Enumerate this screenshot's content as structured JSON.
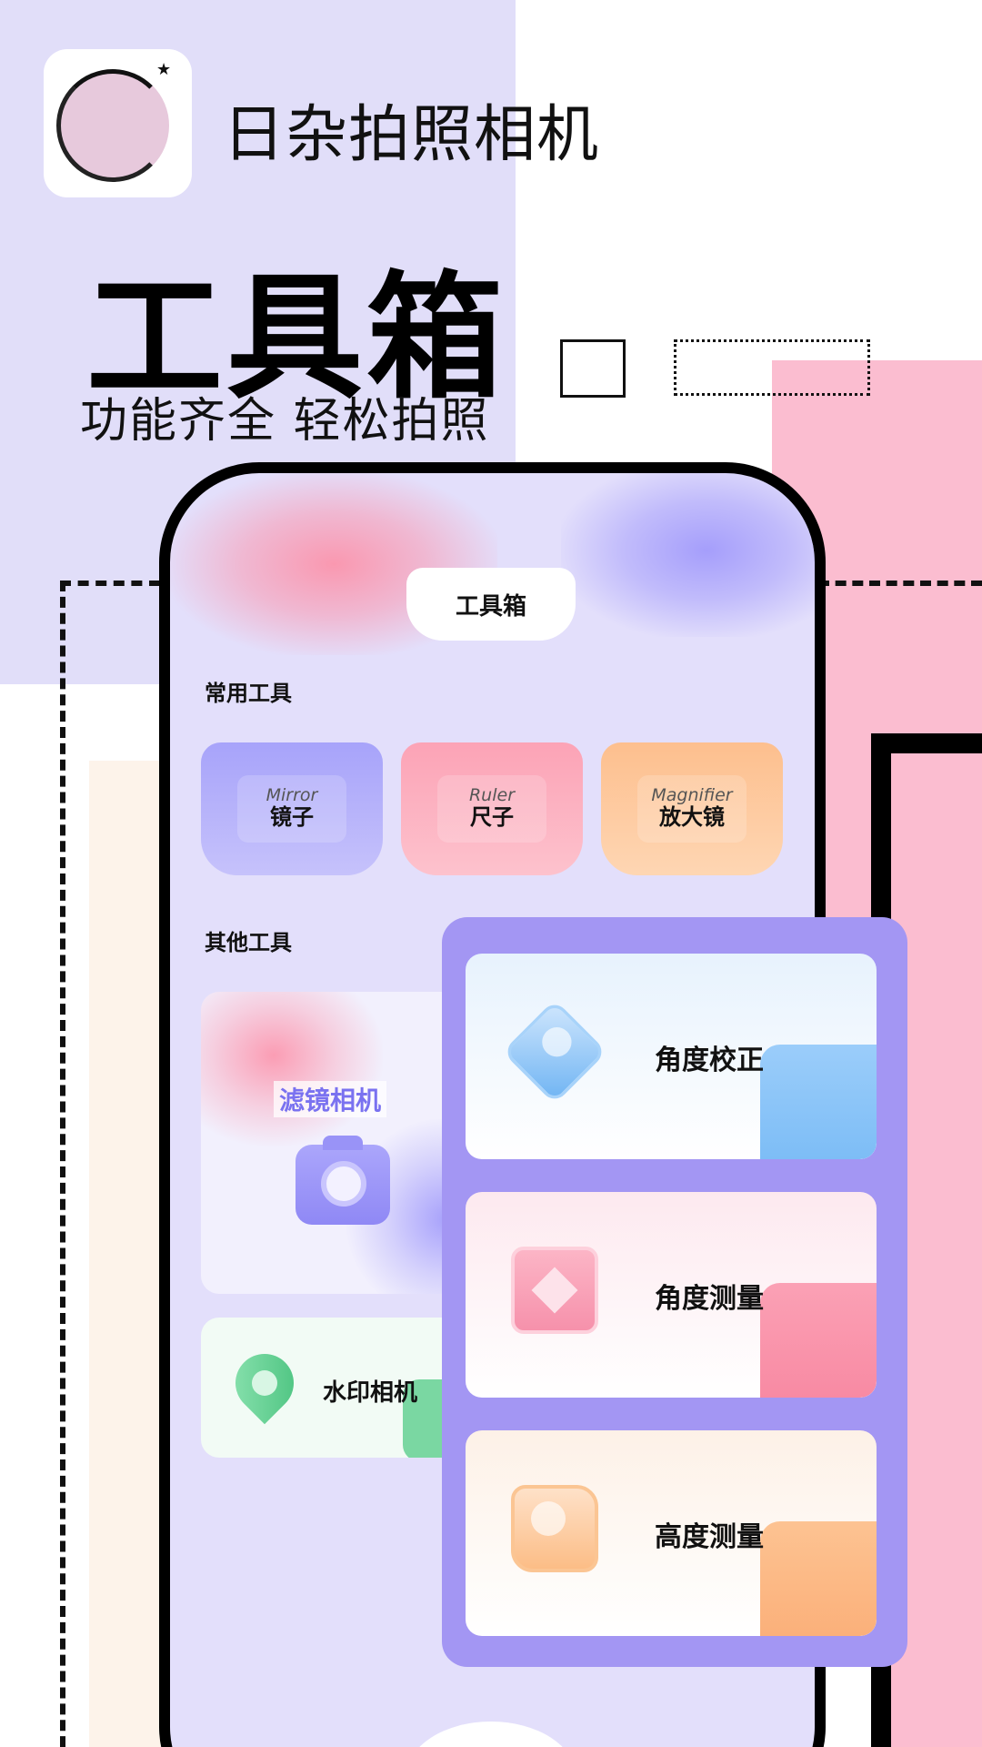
{
  "app": {
    "name": "日杂拍照相机"
  },
  "hero": {
    "title": "工具箱",
    "subtitle": "功能齐全  轻松拍照"
  },
  "phone": {
    "header_title": "工具箱",
    "sections": {
      "common_label": "常用工具",
      "other_label": "其他工具"
    },
    "common_tools": [
      {
        "en": "Mirror",
        "zh": "镜子",
        "color": "#a7a3fa"
      },
      {
        "en": "Ruler",
        "zh": "尺子",
        "color": "#fca3b6"
      },
      {
        "en": "Magnifier",
        "zh": "放大镜",
        "color": "#fdbf8e"
      }
    ],
    "other_tools": {
      "filter_camera": "滤镜相机",
      "watermark_camera": "水印相机"
    }
  },
  "overlay": {
    "items": [
      {
        "label": "角度校正",
        "icon": "diamond-tag-icon",
        "color": "#7dbdf6"
      },
      {
        "label": "角度测量",
        "icon": "crown-gem-icon",
        "color": "#f88aa3"
      },
      {
        "label": "高度测量",
        "icon": "flag-icon",
        "color": "#fbb07a"
      }
    ]
  },
  "colors": {
    "lavender_bg": "#e1def9",
    "pink_bg": "#fbbdd0",
    "accent_purple": "#a396f3"
  }
}
